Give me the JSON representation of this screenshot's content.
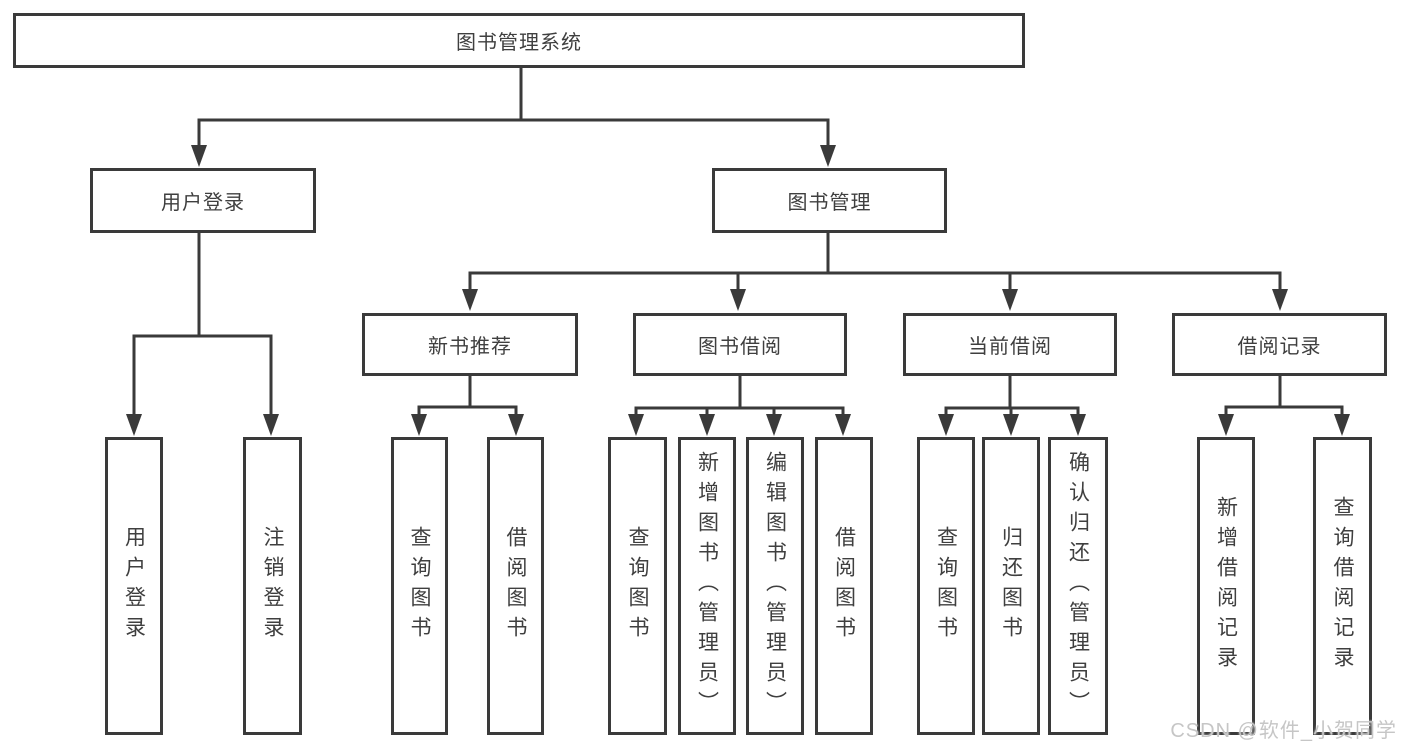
{
  "title": "图书管理系统",
  "watermark": "CSDN @软件_小贺同学",
  "colors": {
    "line": "#3a3a3a",
    "text": "#3f3f3f",
    "watermark": "#c6c6c6",
    "background": "#ffffff"
  },
  "tree": {
    "root": {
      "label": "图书管理系统",
      "children": [
        {
          "label": "用户登录",
          "children": [
            {
              "label": "用户登录"
            },
            {
              "label": "注销登录"
            }
          ]
        },
        {
          "label": "图书管理",
          "children": [
            {
              "label": "新书推荐",
              "children": [
                {
                  "label": "查询图书"
                },
                {
                  "label": "借阅图书"
                }
              ]
            },
            {
              "label": "图书借阅",
              "children": [
                {
                  "label": "查询图书"
                },
                {
                  "label": "新增图书（管理员）"
                },
                {
                  "label": "编辑图书（管理员）"
                },
                {
                  "label": "借阅图书"
                }
              ]
            },
            {
              "label": "当前借阅",
              "children": [
                {
                  "label": "查询图书"
                },
                {
                  "label": "归还图书"
                },
                {
                  "label": "确认归还（管理员）"
                }
              ]
            },
            {
              "label": "借阅记录",
              "children": [
                {
                  "label": "新增借阅记录"
                },
                {
                  "label": "查询借阅记录"
                }
              ]
            }
          ]
        }
      ]
    }
  }
}
